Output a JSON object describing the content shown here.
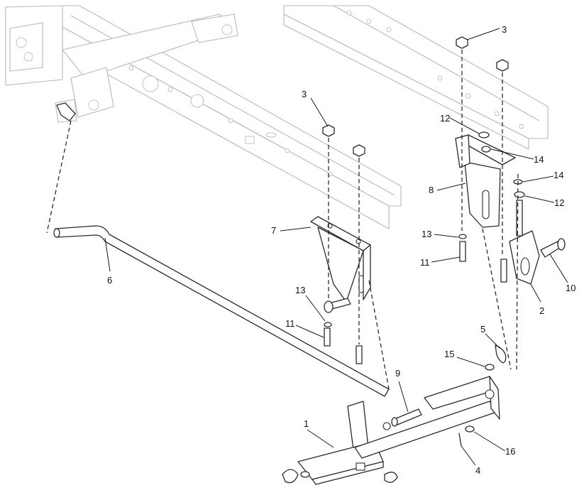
{
  "callouts": [
    {
      "id": "c1",
      "label": "1"
    },
    {
      "id": "c2",
      "label": "2"
    },
    {
      "id": "c3a",
      "label": "3"
    },
    {
      "id": "c3b",
      "label": "3"
    },
    {
      "id": "c4",
      "label": "4"
    },
    {
      "id": "c5",
      "label": "5"
    },
    {
      "id": "c6",
      "label": "6"
    },
    {
      "id": "c7",
      "label": "7"
    },
    {
      "id": "c8",
      "label": "8"
    },
    {
      "id": "c9",
      "label": "9"
    },
    {
      "id": "c10",
      "label": "10"
    },
    {
      "id": "c11a",
      "label": "11"
    },
    {
      "id": "c11b",
      "label": "11"
    },
    {
      "id": "c12a",
      "label": "12"
    },
    {
      "id": "c12b",
      "label": "12"
    },
    {
      "id": "c13a",
      "label": "13"
    },
    {
      "id": "c13b",
      "label": "13"
    },
    {
      "id": "c14a",
      "label": "14"
    },
    {
      "id": "c14b",
      "label": "14"
    },
    {
      "id": "c15",
      "label": "15"
    },
    {
      "id": "c16",
      "label": "16"
    }
  ]
}
